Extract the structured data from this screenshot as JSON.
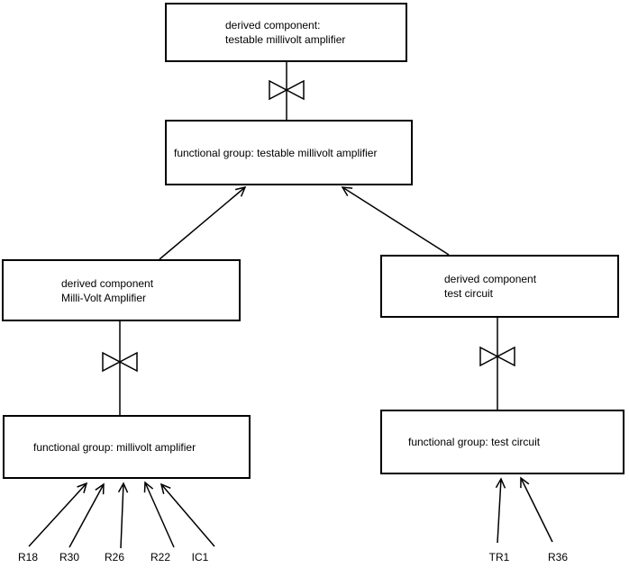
{
  "diagram": {
    "colors": {
      "line": "#000000",
      "background": "#ffffff"
    },
    "boxes": {
      "top_derived": {
        "line1": "derived component:",
        "line2": "testable millivolt amplifier"
      },
      "mid_functional": {
        "label": "functional group: testable millivolt amplifier"
      },
      "left_derived": {
        "line1": "derived component",
        "line2": "Milli-Volt Amplifier"
      },
      "left_functional": {
        "label": "functional group: millivolt amplifier"
      },
      "right_derived": {
        "line1": "derived component",
        "line2": "test circuit"
      },
      "right_functional": {
        "label": "functional group: test circuit"
      }
    },
    "left_components": [
      "R18",
      "R30",
      "R26",
      "R22",
      "IC1"
    ],
    "right_components": [
      "TR1",
      "R36"
    ]
  }
}
